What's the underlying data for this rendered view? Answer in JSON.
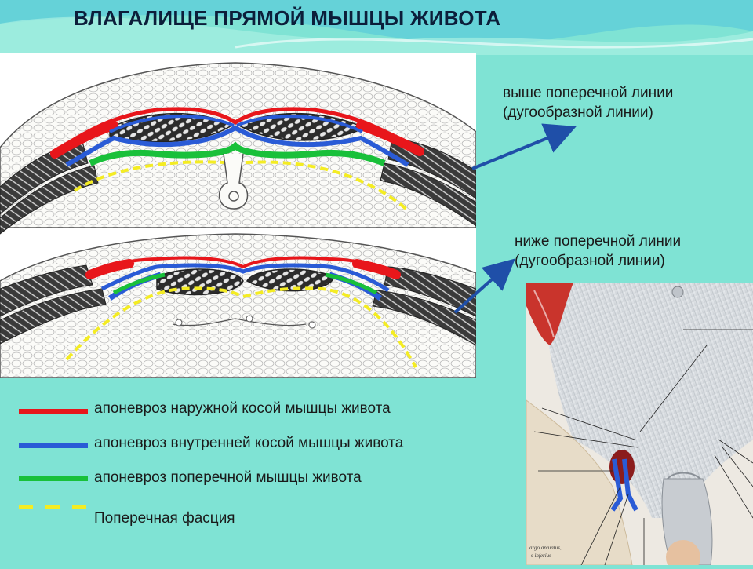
{
  "title": "ВЛАГАЛИЩЕ ПРЯМОЙ МЫШЦЫ ЖИВОТА",
  "labels": {
    "above_line1": "выше поперечной линии",
    "above_line2": "(дугообразной линии)",
    "below_line1": "ниже поперечной линии",
    "below_line2": "(дугообразной линии)"
  },
  "legend": [
    {
      "text": "апоневроз наружной косой мышцы живота",
      "color": "#e8161b",
      "style": "solid"
    },
    {
      "text": "апоневроз внутренней косой мышцы живота",
      "color": "#2a5bd6",
      "style": "solid"
    },
    {
      "text": "апоневроз поперечной мышцы живота",
      "color": "#19c03a",
      "style": "solid"
    },
    {
      "text": "Поперечная фасция",
      "color": "#f4ec23",
      "style": "dashed"
    }
  ],
  "photo_caption": {
    "line1": "argo arcuatus,",
    "line2": "s inferius"
  },
  "colors": {
    "background": "#7fe3d4",
    "arrow": "#1f4fa8"
  }
}
